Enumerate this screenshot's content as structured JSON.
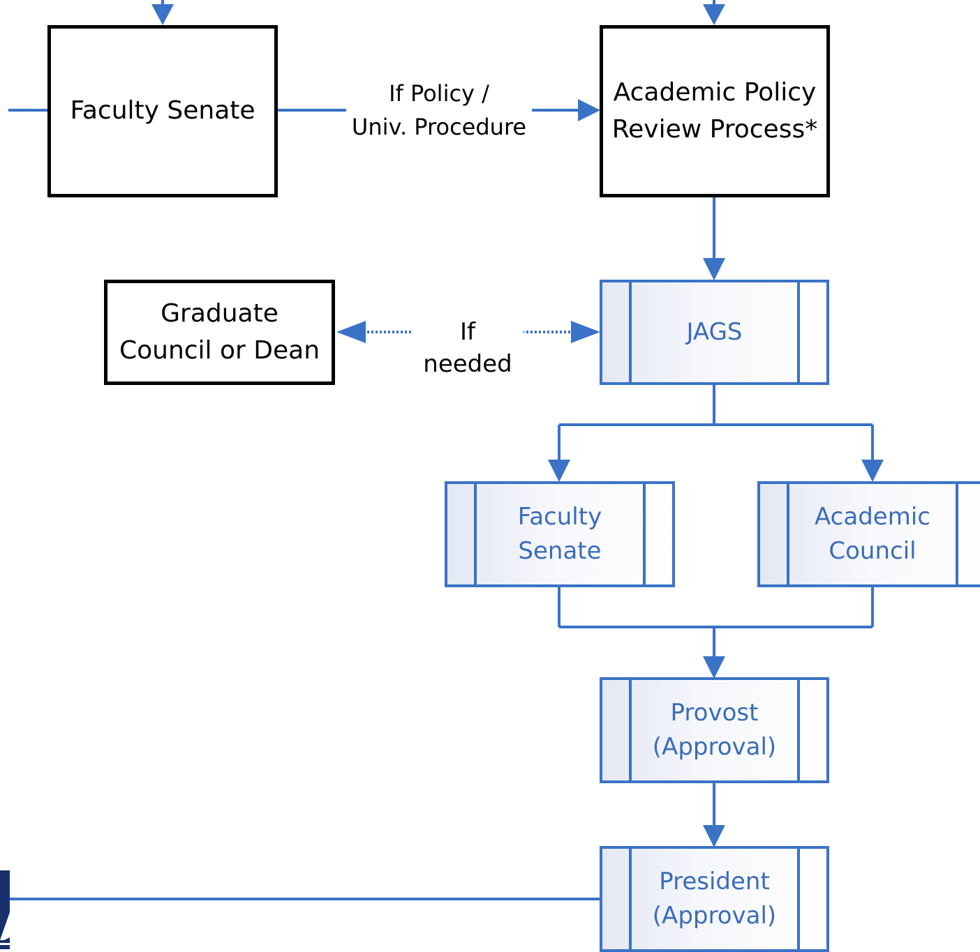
{
  "nodes": {
    "faculty_senate_origin": "Faculty Senate",
    "academic_policy_review": "Academic Policy\nReview Process*",
    "graduate_council": "Graduate\nCouncil or Dean",
    "jags": "JAGS",
    "faculty_senate": "Faculty\nSenate",
    "academic_council": "Academic\nCouncil",
    "provost": "Provost\n(Approval)",
    "president": "President\n(Approval)"
  },
  "edge_labels": {
    "policy_route": "If Policy /\nUniv. Procedure",
    "if_needed": "If needed"
  },
  "colors": {
    "connector": "#3a73c6",
    "subprocess_text": "#3a6cb9",
    "process_border": "#000000",
    "logo": "#17306b"
  }
}
